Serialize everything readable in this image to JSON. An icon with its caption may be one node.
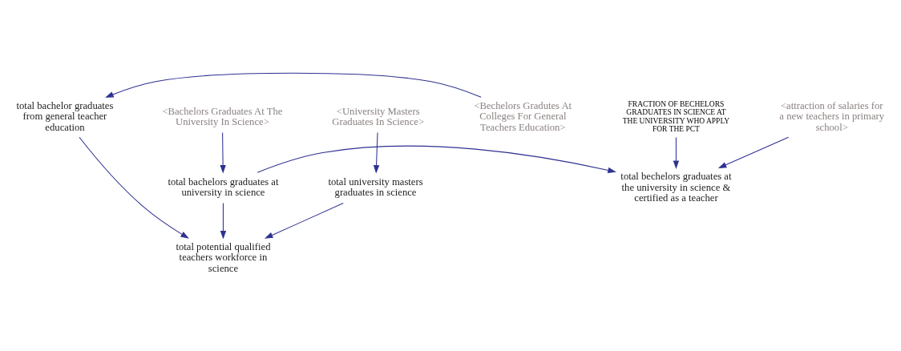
{
  "diagram": {
    "nodes": [
      {
        "text": [
          "FRACTION OF BECHELORS GRADUATES IN SCIENCE AT THE UNIVERSITY WHO APPLY FOR THE PCT"
        ]
      },
      {
        "text": [
          "<Bachelors Graduates At The University In Science>"
        ]
      },
      {
        "text": [
          "<University Masters Graduates In Science>"
        ]
      },
      {
        "text": [
          "total university masters graduates in science"
        ]
      },
      {
        "text": [
          "total bachelors graduates at university in science"
        ]
      },
      {
        "text": [
          "total bechelors graduates at the university in science & certified as a teacher"
        ]
      },
      {
        "text": [
          "total potential qualified teachers workforce in science"
        ]
      },
      {
        "text": [
          "<attraction of salaries for a new teachers in primary school>"
        ]
      },
      {
        "text": [
          "total bachelor graduates from general teacher education"
        ]
      },
      {
        "text": [
          "<Bechelors Gradutes At Colleges For General Teachers Education>"
        ]
      }
    ],
    "edges": [
      {
        "from": 0,
        "to": 5,
        "arrow": "to"
      },
      {
        "from": 1,
        "to": 4,
        "arrow": "to"
      },
      {
        "from": 2,
        "to": 3,
        "arrow": "to"
      },
      {
        "from": 4,
        "to": 5,
        "arrow": "to"
      },
      {
        "from": 4,
        "to": 6,
        "arrow": "to"
      },
      {
        "from": 3,
        "to": 6,
        "arrow": "to"
      },
      {
        "from": 7,
        "to": 5,
        "arrow": "to"
      },
      {
        "from": 8,
        "to": 6,
        "arrow": "to"
      },
      {
        "from": 9,
        "to": 8,
        "arrow": "to"
      }
    ]
  }
}
